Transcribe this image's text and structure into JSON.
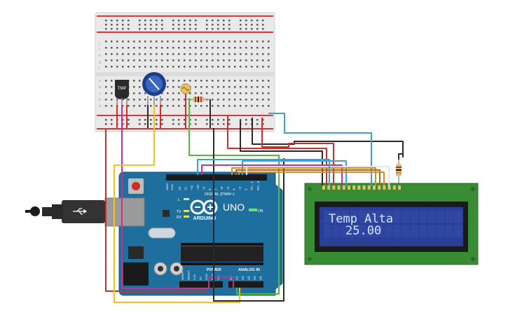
{
  "arduino": {
    "brand": "ARDUINO",
    "model": "UNO",
    "on_label": "ON",
    "digital_label": "DIGITAL (PWM~)",
    "power_label": "POWER",
    "analog_label": "ANALOG IN",
    "led_l": "L",
    "led_tx": "TX",
    "led_rx": "RX",
    "aref": "AREF",
    "gnd": "GND",
    "digital_pins": [
      "13",
      "12",
      "~11",
      "~10",
      "~9",
      "8",
      "7",
      "~6",
      "~5",
      "4",
      "~3",
      "2",
      "TX→1",
      "RX←0"
    ],
    "power_pins": [
      "IOREF",
      "RESET",
      "3.3V",
      "5V",
      "GND",
      "GND",
      "Vin"
    ],
    "analog_pins": [
      "A0",
      "A1",
      "A2",
      "A3",
      "A4",
      "A5"
    ]
  },
  "sensor": {
    "label": "TMP"
  },
  "lcd": {
    "line1": "Temp Alta",
    "line2": "25.00"
  },
  "breadboard": {
    "row_letters_top": [
      "j",
      "i",
      "h",
      "g",
      "f"
    ],
    "row_letters_bottom": [
      "e",
      "d",
      "c",
      "b",
      "a"
    ],
    "col_numbers": [
      "1",
      "5",
      "10",
      "15",
      "20",
      "25",
      "30"
    ]
  },
  "colors": {
    "board": "#1f6f9e",
    "lcd_pcb": "#3a8c34",
    "lcd_screen": "#2b3f97",
    "wire_red": "#d42a2a",
    "wire_black": "#2a2a2a",
    "wire_magenta": "#c0338f",
    "wire_yellow": "#f2c31a",
    "wire_green": "#4cbf3a",
    "wire_blue": "#3aa0d8",
    "wire_orange": "#d98a2a",
    "wire_white": "#e6e6e6"
  }
}
